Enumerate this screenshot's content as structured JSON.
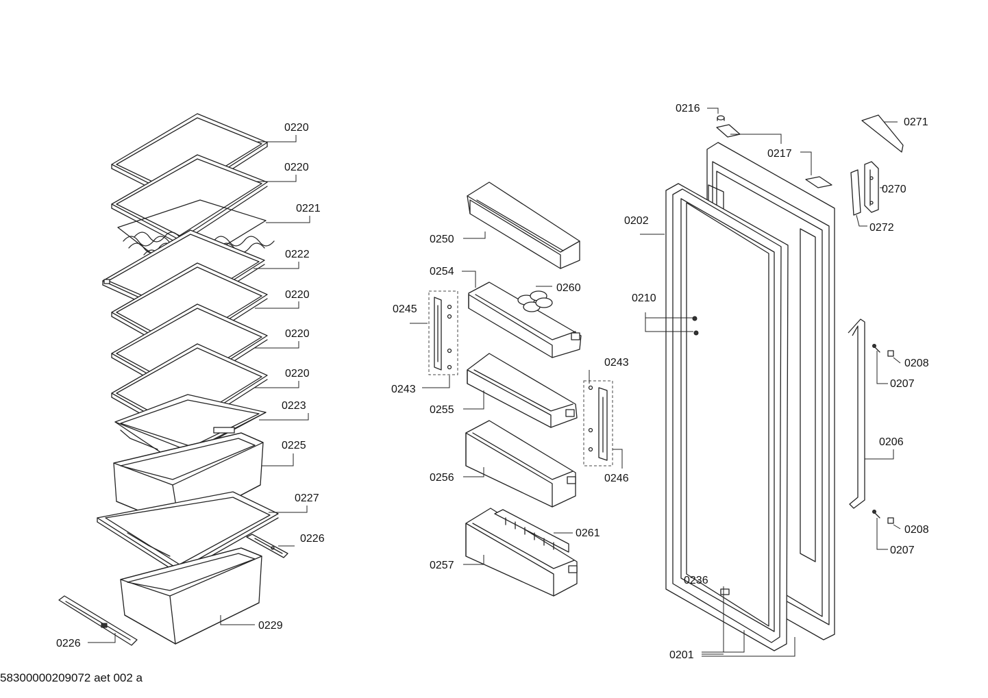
{
  "labels": {
    "p0220a": "0220",
    "p0220b": "0220",
    "p0221": "0221",
    "p0222": "0222",
    "p0220c": "0220",
    "p0220d": "0220",
    "p0220e": "0220",
    "p0223": "0223",
    "p0225": "0225",
    "p0227": "0227",
    "p0226a": "0226",
    "p0229": "0229",
    "p0226b": "0226",
    "p0250": "0250",
    "p0254": "0254",
    "p0260": "0260",
    "p0245": "0245",
    "p0243a": "0243",
    "p0255": "0255",
    "p0243b": "0243",
    "p0256": "0256",
    "p0246": "0246",
    "p0261": "0261",
    "p0257": "0257",
    "p0216": "0216",
    "p0217": "0217",
    "p0202": "0202",
    "p0210": "0210",
    "p0236": "0236",
    "p0201": "0201",
    "p0271": "0271",
    "p0270": "0270",
    "p0272": "0272",
    "p0208a": "0208",
    "p0207a": "0207",
    "p0206": "0206",
    "p0208b": "0208",
    "p0207b": "0207"
  },
  "footer": "58300000209072 aet 002 a"
}
